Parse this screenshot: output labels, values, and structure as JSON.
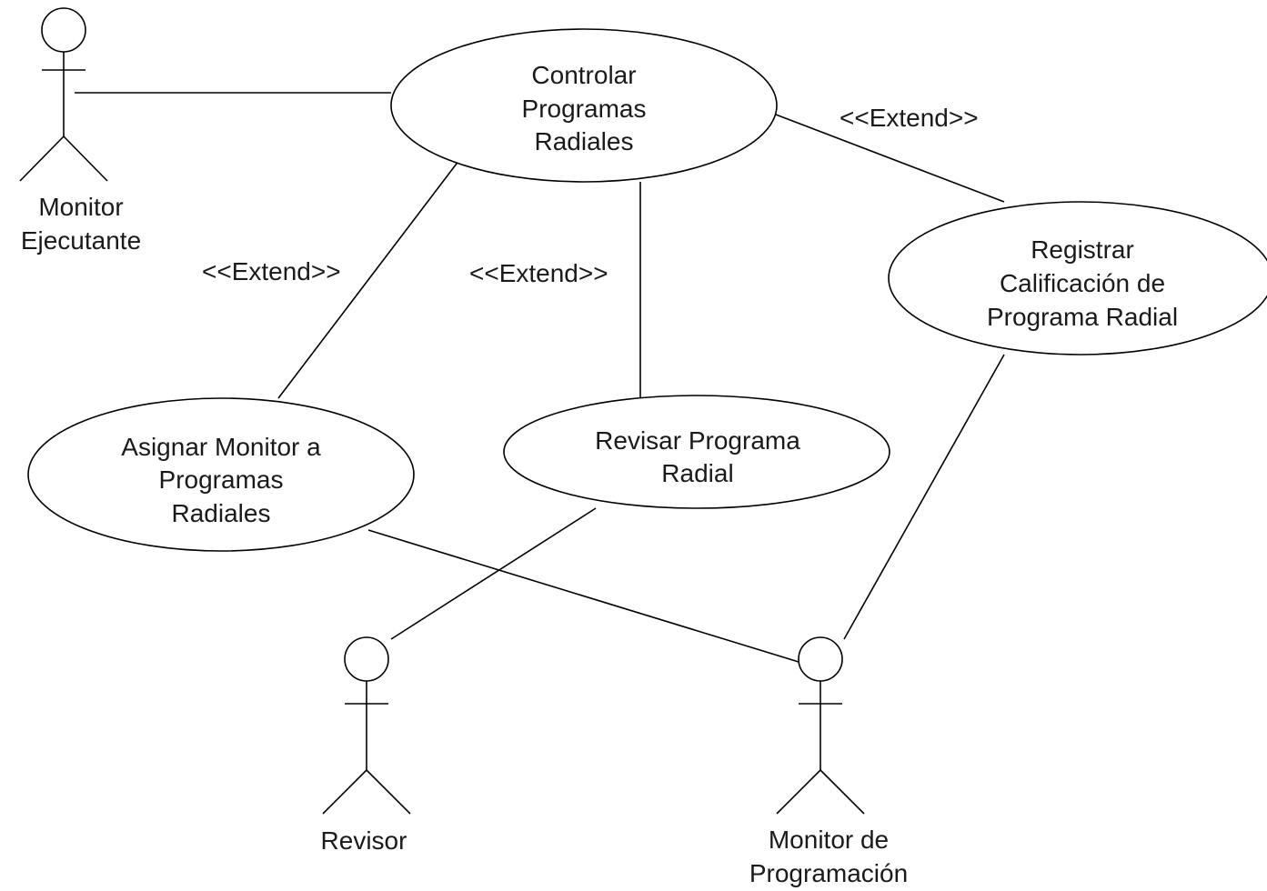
{
  "actors": {
    "monitor_ejecutante": [
      "Monitor",
      "Ejecutante"
    ],
    "revisor": [
      "Revisor"
    ],
    "monitor_programacion": [
      "Monitor de",
      "Programación"
    ]
  },
  "use_cases": {
    "controlar": [
      "Controlar",
      "Programas",
      "Radiales"
    ],
    "registrar": [
      "Registrar",
      "Calificación de",
      "Programa Radial"
    ],
    "asignar": [
      "Asignar Monitor a",
      "Programas",
      "Radiales"
    ],
    "revisar": [
      "Revisar Programa",
      "Radial"
    ]
  },
  "relations": {
    "extend_registrar": "<<Extend>>",
    "extend_asignar": "<<Extend>>",
    "extend_revisar": "<<Extend>>"
  }
}
